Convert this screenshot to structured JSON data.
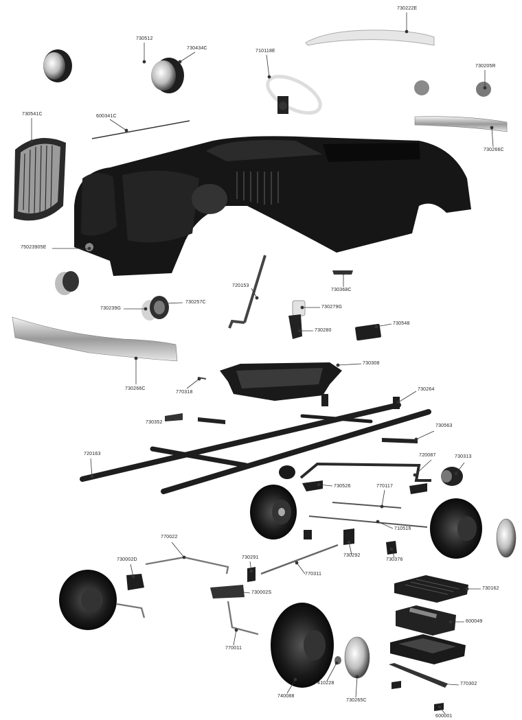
{
  "parts": [
    {
      "id": "p-730222E",
      "label": "730222E"
    },
    {
      "id": "p-730512",
      "label": "730512"
    },
    {
      "id": "p-730434C",
      "label": "730434C"
    },
    {
      "id": "p-710118E",
      "label": "710118E"
    },
    {
      "id": "p-730205R",
      "label": "730205R"
    },
    {
      "id": "p-730541C",
      "label": "730541C"
    },
    {
      "id": "p-600341C",
      "label": "600341C"
    },
    {
      "id": "p-730266C-top",
      "label": "730266C"
    },
    {
      "id": "p-75023905E",
      "label": "75023905E"
    },
    {
      "id": "p-720153",
      "label": "720153"
    },
    {
      "id": "p-730368C",
      "label": "730368C"
    },
    {
      "id": "p-730239G",
      "label": "730239G"
    },
    {
      "id": "p-730257C",
      "label": "730257C"
    },
    {
      "id": "p-730279G",
      "label": "730279G"
    },
    {
      "id": "p-730280",
      "label": "730280"
    },
    {
      "id": "p-730548",
      "label": "730548"
    },
    {
      "id": "p-730308",
      "label": "730308"
    },
    {
      "id": "p-730266C-bottom",
      "label": "730266C"
    },
    {
      "id": "p-770318",
      "label": "770318"
    },
    {
      "id": "p-730264",
      "label": "730264"
    },
    {
      "id": "p-730352",
      "label": "730352"
    },
    {
      "id": "p-730563",
      "label": "730563"
    },
    {
      "id": "p-720163",
      "label": "720163"
    },
    {
      "id": "p-720087",
      "label": "720087"
    },
    {
      "id": "p-730313",
      "label": "730313"
    },
    {
      "id": "p-730526",
      "label": "730526"
    },
    {
      "id": "p-770117",
      "label": "770117"
    },
    {
      "id": "p-710516",
      "label": "710516"
    },
    {
      "id": "p-770022",
      "label": "770022"
    },
    {
      "id": "p-730002D",
      "label": "730002D"
    },
    {
      "id": "p-730291",
      "label": "730291"
    },
    {
      "id": "p-730292",
      "label": "730292"
    },
    {
      "id": "p-730376",
      "label": "730376"
    },
    {
      "id": "p-770311",
      "label": "770311"
    },
    {
      "id": "p-730162",
      "label": "730162"
    },
    {
      "id": "p-730002S",
      "label": "730002S"
    },
    {
      "id": "p-600049",
      "label": "600049"
    },
    {
      "id": "p-770011",
      "label": "770011"
    },
    {
      "id": "p-770302",
      "label": "770302"
    },
    {
      "id": "p-740088",
      "label": "740088"
    },
    {
      "id": "p-410228",
      "label": "410228"
    },
    {
      "id": "p-730265C",
      "label": "730265C"
    },
    {
      "id": "p-600001",
      "label": "600001"
    }
  ]
}
